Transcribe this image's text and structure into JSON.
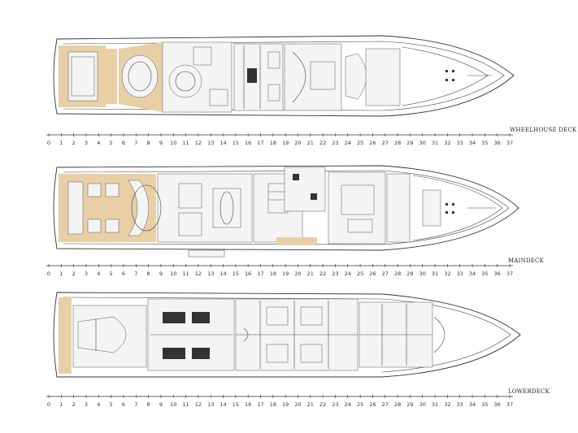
{
  "decks": [
    {
      "id": "wheelhouse",
      "label": "WHEELHOUSE DECK"
    },
    {
      "id": "main",
      "label": "MAINDECK"
    },
    {
      "id": "lower",
      "label": "LOWERDECK"
    }
  ],
  "scale": {
    "frames": [
      "0",
      "1",
      "2",
      "3",
      "4",
      "5",
      "6",
      "7",
      "8",
      "9",
      "10",
      "11",
      "12",
      "13",
      "14",
      "15",
      "16",
      "17",
      "18",
      "19",
      "20",
      "21",
      "22",
      "23",
      "24",
      "25",
      "26",
      "27",
      "28",
      "29",
      "30",
      "31",
      "32",
      "33",
      "34",
      "35",
      "36",
      "37"
    ]
  },
  "colors": {
    "deck_wood": "#e9cfa6",
    "line": "#333333",
    "background": "#ffffff"
  }
}
